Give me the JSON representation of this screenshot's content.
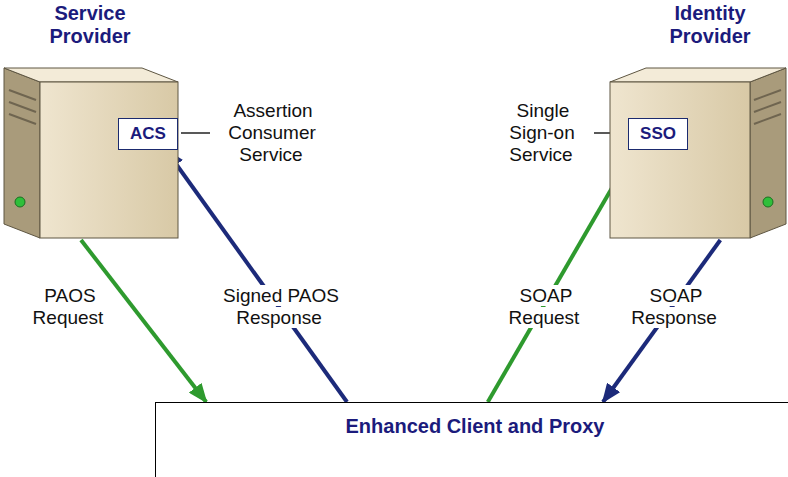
{
  "diagram": {
    "nodes": [
      {
        "text": [
          "Service Provider"
        ]
      },
      {
        "text": [
          "ACS"
        ],
        "in": 0
      },
      {
        "text": [
          "Identity Provider"
        ]
      },
      {
        "text": [
          "SSO"
        ],
        "in": 2
      },
      {
        "text": [
          "Enhanced Client and Proxy"
        ]
      }
    ],
    "edges": [
      {
        "from": 0,
        "to": 4,
        "arrow": "to",
        "label": "PAOS Request"
      },
      {
        "from": 4,
        "to": 1,
        "arrow": "to",
        "label": "Signed PAOS Response"
      },
      {
        "from": 4,
        "to": 3,
        "arrow": "to",
        "label": "SOAP Request"
      },
      {
        "from": 2,
        "to": 4,
        "arrow": "to",
        "label": "SOAP Response"
      }
    ],
    "labels": [
      "Assertion Consumer Service",
      "Single Sign-on Service"
    ]
  }
}
